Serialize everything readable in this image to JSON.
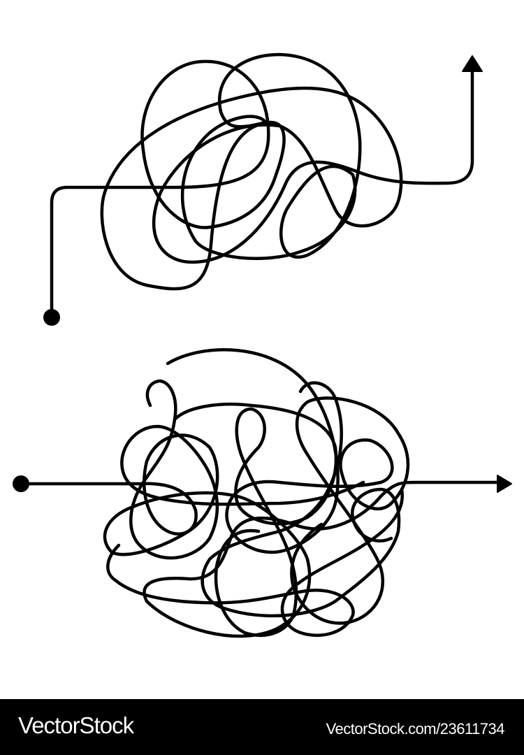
{
  "illustration": {
    "description": "Two tangled line paths, each starting at a dot and ending at an arrowhead",
    "line_color": "#000000",
    "background_color": "#ffffff",
    "paths": [
      {
        "name": "top-tangled-path",
        "start": "dot bottom-left",
        "end": "arrow pointing up, top-right"
      },
      {
        "name": "bottom-tangled-path",
        "start": "dot left",
        "end": "arrow pointing right"
      }
    ]
  },
  "footer": {
    "background_color": "#000000",
    "text_color": "#ffffff",
    "brand": "VectorStock",
    "reference": "VectorStock.com/23611734"
  }
}
